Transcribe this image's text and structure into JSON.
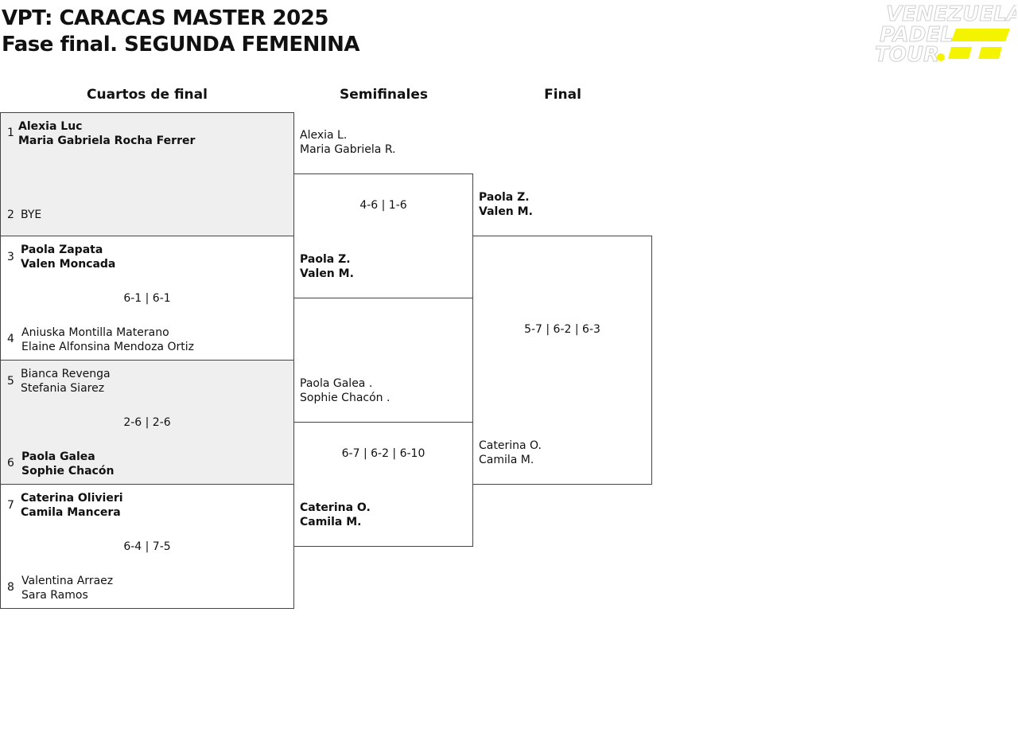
{
  "header": {
    "title_line1": "VPT: CARACAS MASTER 2025",
    "title_line2": "Fase final. SEGUNDA FEMENINA",
    "logo_text": [
      "VENEZUELA",
      "PADEL",
      "TOUR."
    ]
  },
  "colors": {
    "logo_yellow": "#f4f400",
    "box_gray": "#efefef",
    "border": "#444444"
  },
  "rounds": {
    "qf": "Cuartos de final",
    "sf": "Semifinales",
    "final": "Final"
  },
  "quarterfinals": [
    {
      "top": {
        "seed": "1",
        "p1": "Alexia Luc",
        "p2": "Maria Gabriela Rocha Ferrer",
        "winner": true
      },
      "bottom": {
        "seed": "2",
        "p1": "BYE",
        "p2": "",
        "winner": false
      },
      "score": ""
    },
    {
      "top": {
        "seed": "3",
        "p1": "Paola Zapata",
        "p2": "Valen Moncada",
        "winner": true
      },
      "bottom": {
        "seed": "4",
        "p1": "Aniuska Montilla Materano",
        "p2": "Elaine Alfonsina Mendoza Ortiz",
        "winner": false
      },
      "score": "6-1 | 6-1"
    },
    {
      "top": {
        "seed": "5",
        "p1": "Bianca Revenga",
        "p2": "Stefania Siarez",
        "winner": false
      },
      "bottom": {
        "seed": "6",
        "p1": "Paola Galea",
        "p2": "Sophie Chacón",
        "winner": true
      },
      "score": "2-6 | 2-6"
    },
    {
      "top": {
        "seed": "7",
        "p1": "Caterina Olivieri",
        "p2": "Camila Mancera",
        "winner": true
      },
      "bottom": {
        "seed": "8",
        "p1": "Valentina Arraez",
        "p2": "Sara Ramos",
        "winner": false
      },
      "score": "6-4 | 7-5"
    }
  ],
  "semifinals": [
    {
      "top": {
        "p1": "Alexia L.",
        "p2": "Maria Gabriela R.",
        "winner": false
      },
      "bottom": {
        "p1": "Paola Z.",
        "p2": "Valen M.",
        "winner": true
      },
      "score": "4-6 | 1-6"
    },
    {
      "top": {
        "p1": "Paola Galea .",
        "p2": "Sophie Chacón .",
        "winner": false
      },
      "bottom": {
        "p1": "Caterina O.",
        "p2": "Camila M.",
        "winner": true
      },
      "score": "6-7 | 6-2 | 6-10"
    }
  ],
  "final": {
    "top": {
      "p1": "Paola Z.",
      "p2": "Valen M.",
      "winner": true
    },
    "bottom": {
      "p1": "Caterina O.",
      "p2": "Camila M.",
      "winner": false
    },
    "score": "5-7 | 6-2 | 6-3"
  }
}
